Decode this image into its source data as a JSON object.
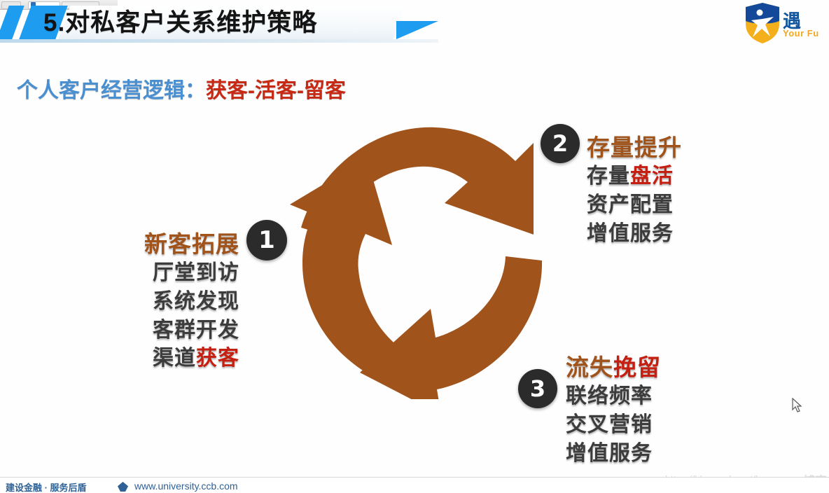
{
  "banner": {
    "title": "5.对私客户关系维护策略"
  },
  "logo": {
    "name_cn": "遇",
    "name_en": "Your Fu"
  },
  "subtitle": {
    "label": "个人客户经营逻辑：",
    "highlight": "获客-活客-留客"
  },
  "badges": {
    "one": "1",
    "two": "2",
    "three": "3"
  },
  "blocks": [
    {
      "number": "1",
      "heading": "新客拓展",
      "lines": [
        {
          "plain": "厅堂到访",
          "accent": ""
        },
        {
          "plain": "系统发现",
          "accent": ""
        },
        {
          "plain": "客群开发",
          "accent": ""
        },
        {
          "plain": "渠道",
          "accent": "获客"
        }
      ]
    },
    {
      "number": "2",
      "heading": "存量提升",
      "lines": [
        {
          "plain": "存量",
          "accent": "盘活"
        },
        {
          "plain": "资产配置",
          "accent": ""
        },
        {
          "plain": "增值服务",
          "accent": ""
        }
      ]
    },
    {
      "number": "3",
      "heading_plain": "流失",
      "heading_accent": "挽留",
      "heading": "流失挽留",
      "lines": [
        {
          "plain": "联络频率",
          "accent": ""
        },
        {
          "plain": "交叉营销",
          "accent": ""
        },
        {
          "plain": "增值服务",
          "accent": ""
        }
      ]
    }
  ],
  "footer": {
    "slogan": "建设金融 · 服务后盾",
    "url": "www.university.ccb.com"
  },
  "watermark": {
    "url": "https://blog.csdn.net/k",
    "tag": "@51CTO博客"
  },
  "colors": {
    "arrow_brown": "#a0531b",
    "accent_blue": "#1d9cf0",
    "heading_brown": "#a0541c",
    "highlight_red": "#c41f10",
    "subtitle_blue": "#4a8fd0",
    "badge_dark": "#2b2b2b"
  },
  "diagram": {
    "type": "three-arrow-cycle",
    "direction": "clockwise",
    "segments": [
      "新客拓展",
      "存量提升",
      "流失挽留"
    ]
  }
}
